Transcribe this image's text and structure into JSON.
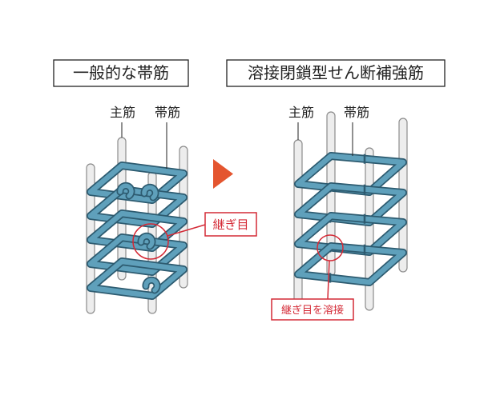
{
  "left": {
    "title": "一般的な帯筋",
    "label_main": "主筋",
    "label_hoop": "帯筋",
    "callout": "継ぎ目"
  },
  "right": {
    "title": "溶接閉鎖型せん断補強筋",
    "label_main": "主筋",
    "label_hoop": "帯筋",
    "callout": "継ぎ目を溶接"
  },
  "colors": {
    "rebar": "#5fa0bb",
    "rebar_outline": "#2d5b70",
    "bar": "#ededed",
    "bar_outline": "#8c8c8c",
    "accent": "#d42a36",
    "arrow": "#e4552f"
  },
  "icons": {
    "arrow": "triangle-arrow-right-icon"
  }
}
